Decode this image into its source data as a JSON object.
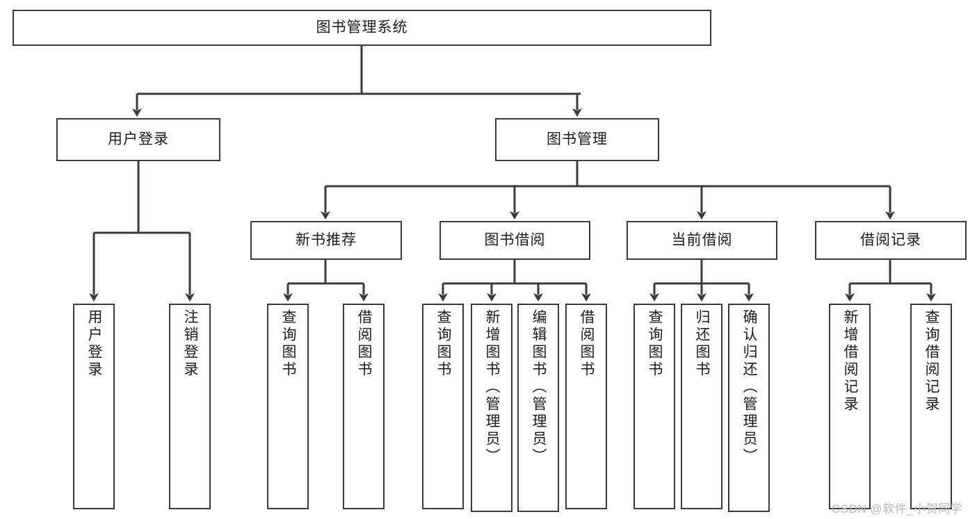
{
  "diagram": {
    "title": "图书管理系统",
    "type": "tree-hierarchy-chart",
    "root": {
      "label": "图书管理系统"
    },
    "level1": [
      {
        "label": "用户登录"
      },
      {
        "label": "图书管理"
      }
    ],
    "level2": [
      {
        "label": "新书推荐"
      },
      {
        "label": "图书借阅"
      },
      {
        "label": "当前借阅"
      },
      {
        "label": "借阅记录"
      }
    ],
    "leaves": {
      "user_login": [
        {
          "label": "用户登录"
        },
        {
          "label": "注销登录"
        }
      ],
      "new_book_recommend": [
        {
          "label": "查询图书"
        },
        {
          "label": "借阅图书"
        }
      ],
      "book_borrow": [
        {
          "label": "查询图书"
        },
        {
          "label": "新增图书（管理员）"
        },
        {
          "label": "编辑图书（管理员）"
        },
        {
          "label": "借阅图书"
        }
      ],
      "current_borrow": [
        {
          "label": "查询图书"
        },
        {
          "label": "归还图书"
        },
        {
          "label": "确认归还（管理员）"
        }
      ],
      "borrow_record": [
        {
          "label": "新增借阅记录"
        },
        {
          "label": "查询借阅记录"
        }
      ]
    }
  },
  "watermark": {
    "text": "CSDN @软件_小贺同学"
  },
  "colors": {
    "stroke": "#3a3a3a",
    "fill": "#ffffff",
    "text": "#1b1b1b",
    "watermark": "#b9b9b9"
  }
}
